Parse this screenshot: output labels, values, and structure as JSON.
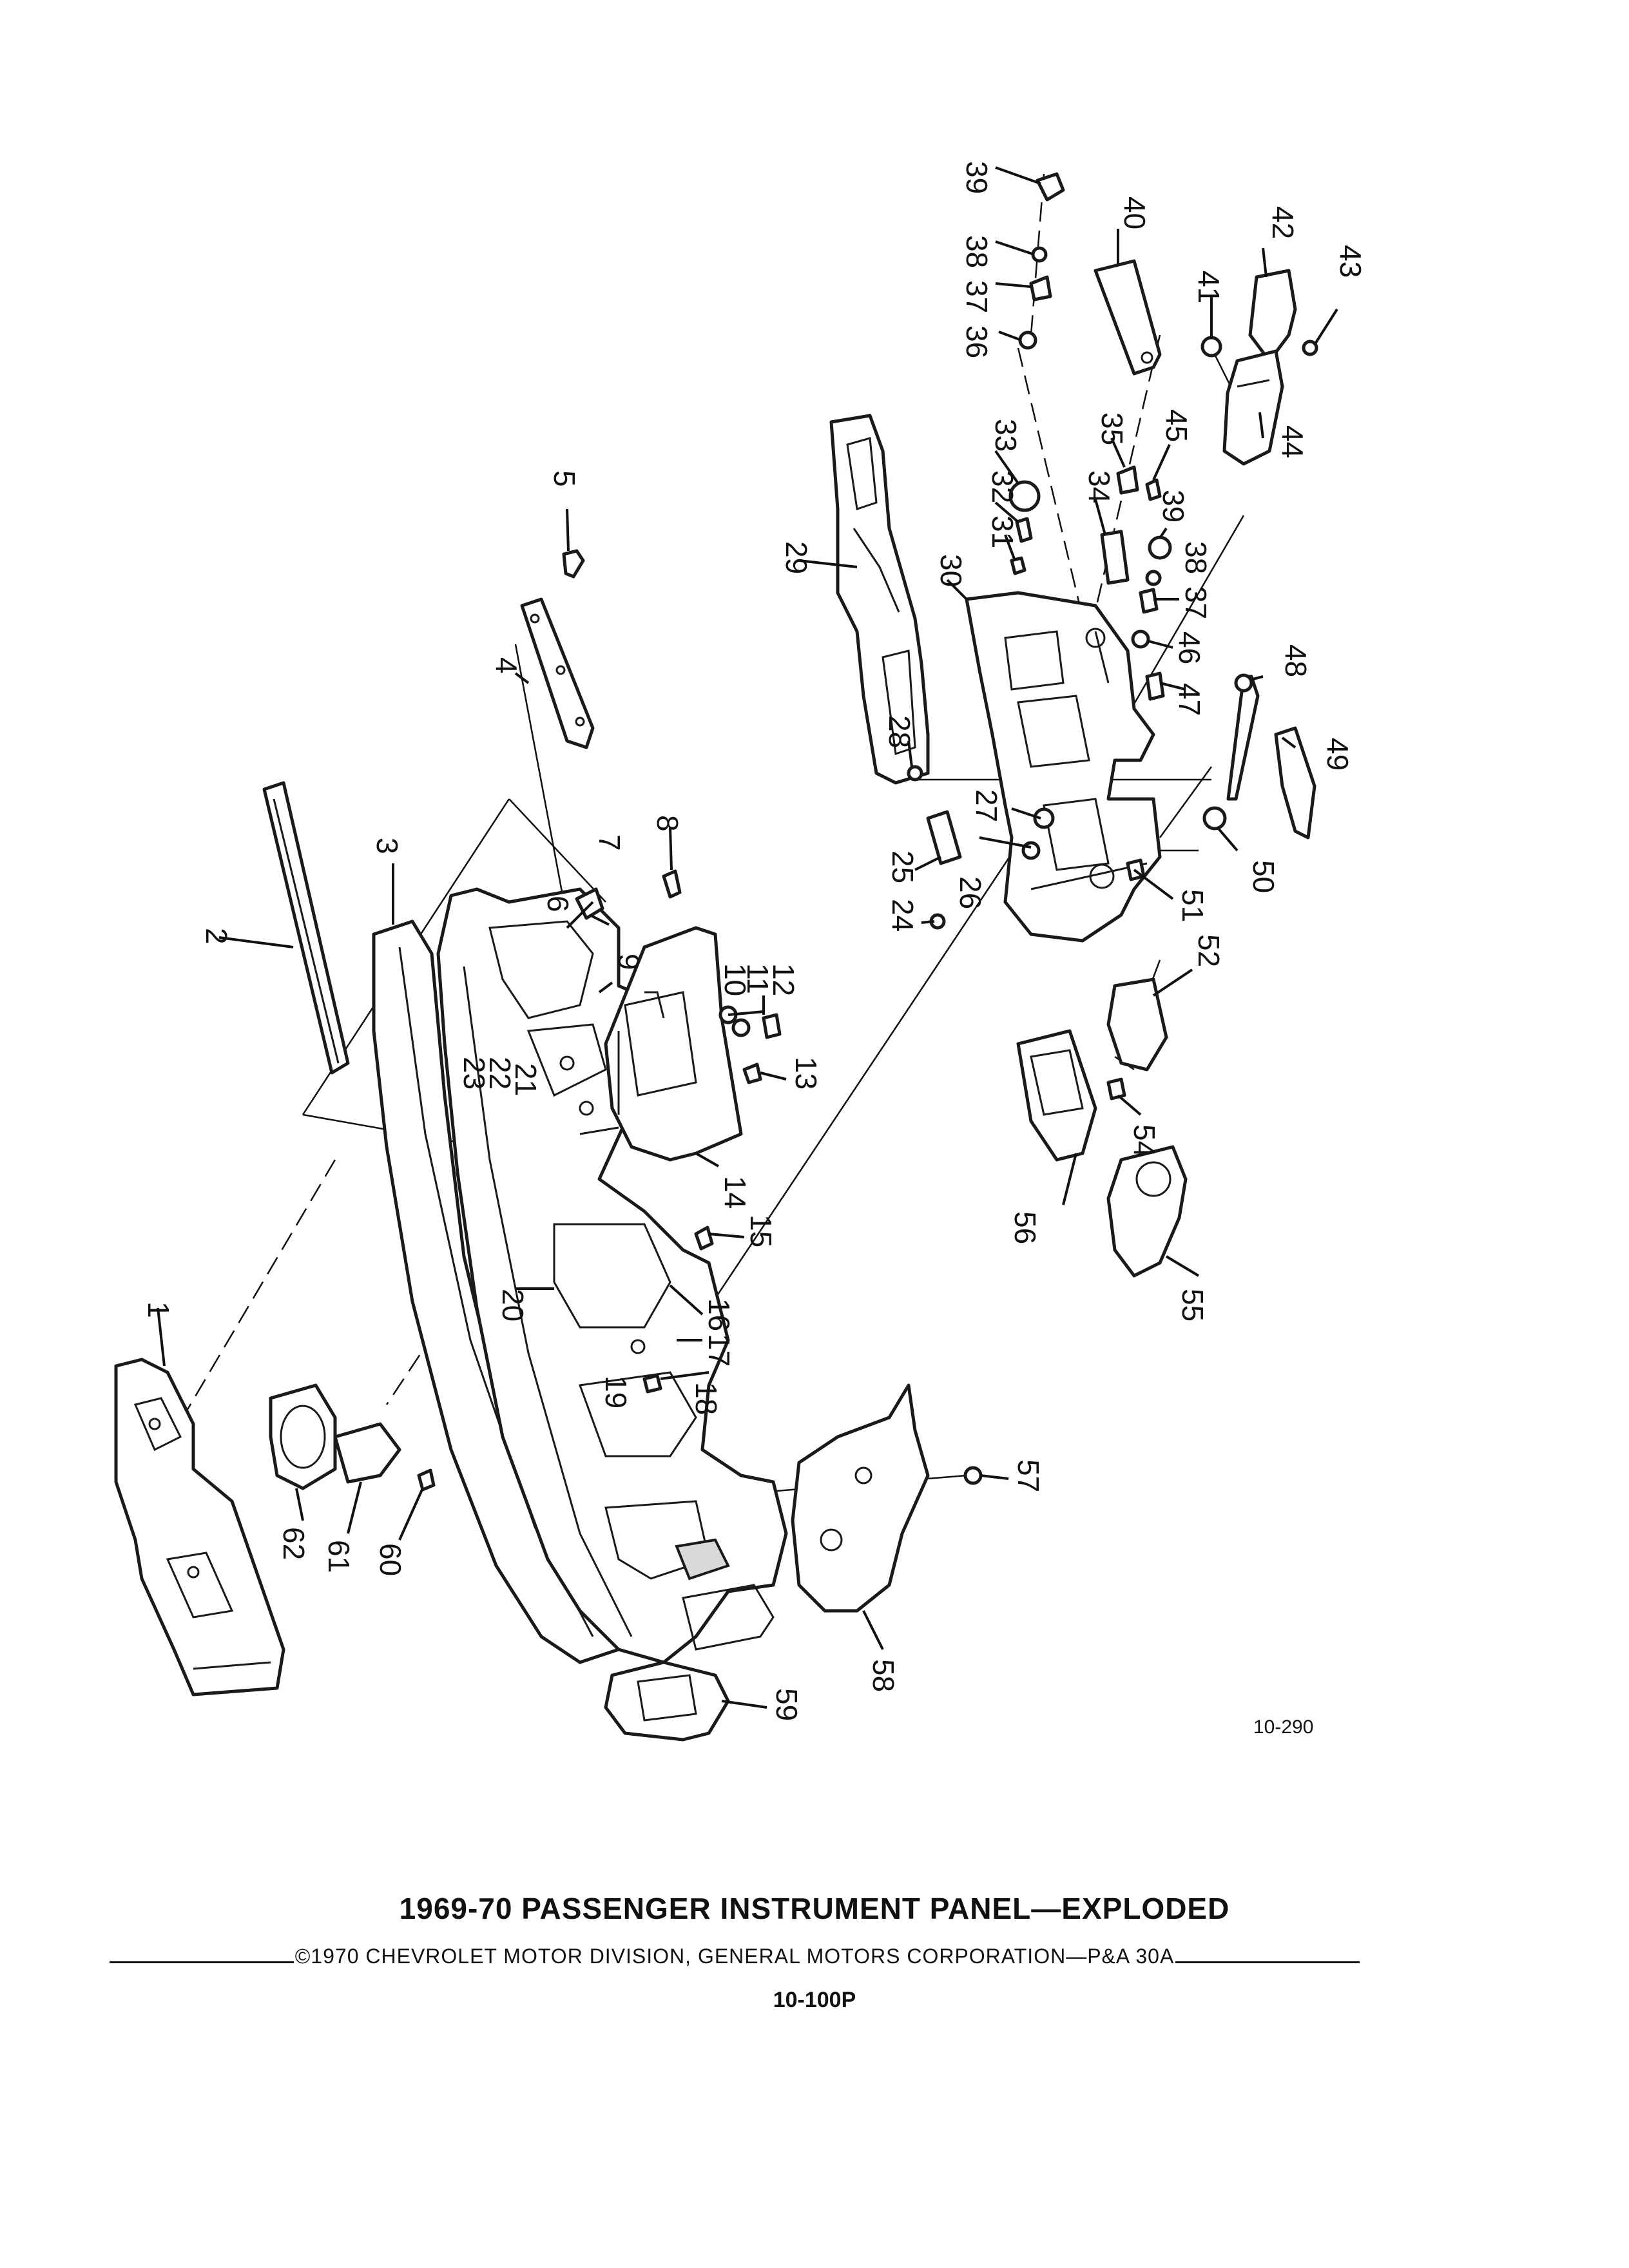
{
  "figure_code": "10-290",
  "caption": {
    "title": "1969-70 PASSENGER INSTRUMENT PANEL—EXPLODED",
    "copyright": "©1970 CHEVROLET MOTOR DIVISION, GENERAL MOTORS CORPORATION—P&A 30A",
    "page_code": "10-100P"
  },
  "callouts": [
    "1",
    "2",
    "3",
    "4",
    "5",
    "6",
    "7",
    "8",
    "9",
    "10",
    "11",
    "12",
    "13",
    "14",
    "15",
    "16",
    "17",
    "18",
    "19",
    "20",
    "21",
    "22",
    "23",
    "24",
    "25",
    "26",
    "27",
    "28",
    "29",
    "30",
    "31",
    "32",
    "33",
    "34",
    "35",
    "36",
    "37",
    "38",
    "39",
    "40",
    "41",
    "42",
    "43",
    "44",
    "45",
    "46",
    "47",
    "48",
    "49",
    "50",
    "51",
    "52",
    "54",
    "55",
    "56",
    "57",
    "58",
    "59",
    "60",
    "61",
    "62"
  ]
}
